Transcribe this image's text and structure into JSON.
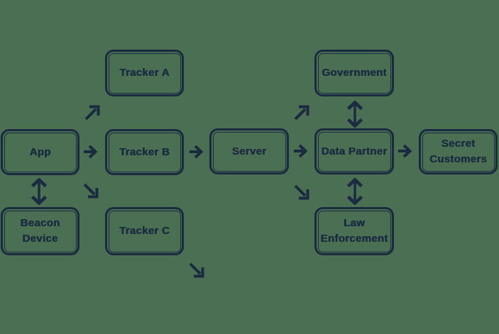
{
  "colors": {
    "background": "#4a6f52",
    "ink": "#1a2a40"
  },
  "nodes": {
    "tracker_a": {
      "label": "Tracker A"
    },
    "government": {
      "label": "Government"
    },
    "app": {
      "label": "App"
    },
    "tracker_b": {
      "label": "Tracker B"
    },
    "server": {
      "label": "Server"
    },
    "data_partner": {
      "label": "Data Partner"
    },
    "secret_customers": {
      "label": "Secret\nCustomers"
    },
    "beacon_device": {
      "label": "Beacon\nDevice"
    },
    "tracker_c": {
      "label": "Tracker C"
    },
    "law_enforcement": {
      "label": "Law\nEnforcement"
    }
  },
  "edges": [
    {
      "from": "app",
      "to": "tracker_a",
      "type": "arrow-up-right"
    },
    {
      "from": "app",
      "to": "tracker_b",
      "type": "arrow-right"
    },
    {
      "from": "app",
      "to": "tracker_c",
      "type": "arrow-down-right"
    },
    {
      "from": "app",
      "to": "beacon_device",
      "type": "arrow-double-vertical"
    },
    {
      "from": "tracker_b",
      "to": "server",
      "type": "arrow-right"
    },
    {
      "from": "tracker_c",
      "to": "offscreen",
      "type": "arrow-down-right"
    },
    {
      "from": "server",
      "to": "government",
      "type": "arrow-up-right"
    },
    {
      "from": "server",
      "to": "data_partner",
      "type": "arrow-right"
    },
    {
      "from": "server",
      "to": "law_enforcement",
      "type": "arrow-down-right"
    },
    {
      "from": "data_partner",
      "to": "government",
      "type": "arrow-double-vertical"
    },
    {
      "from": "data_partner",
      "to": "law_enforcement",
      "type": "arrow-double-vertical"
    },
    {
      "from": "data_partner",
      "to": "secret_customers",
      "type": "arrow-right"
    }
  ]
}
